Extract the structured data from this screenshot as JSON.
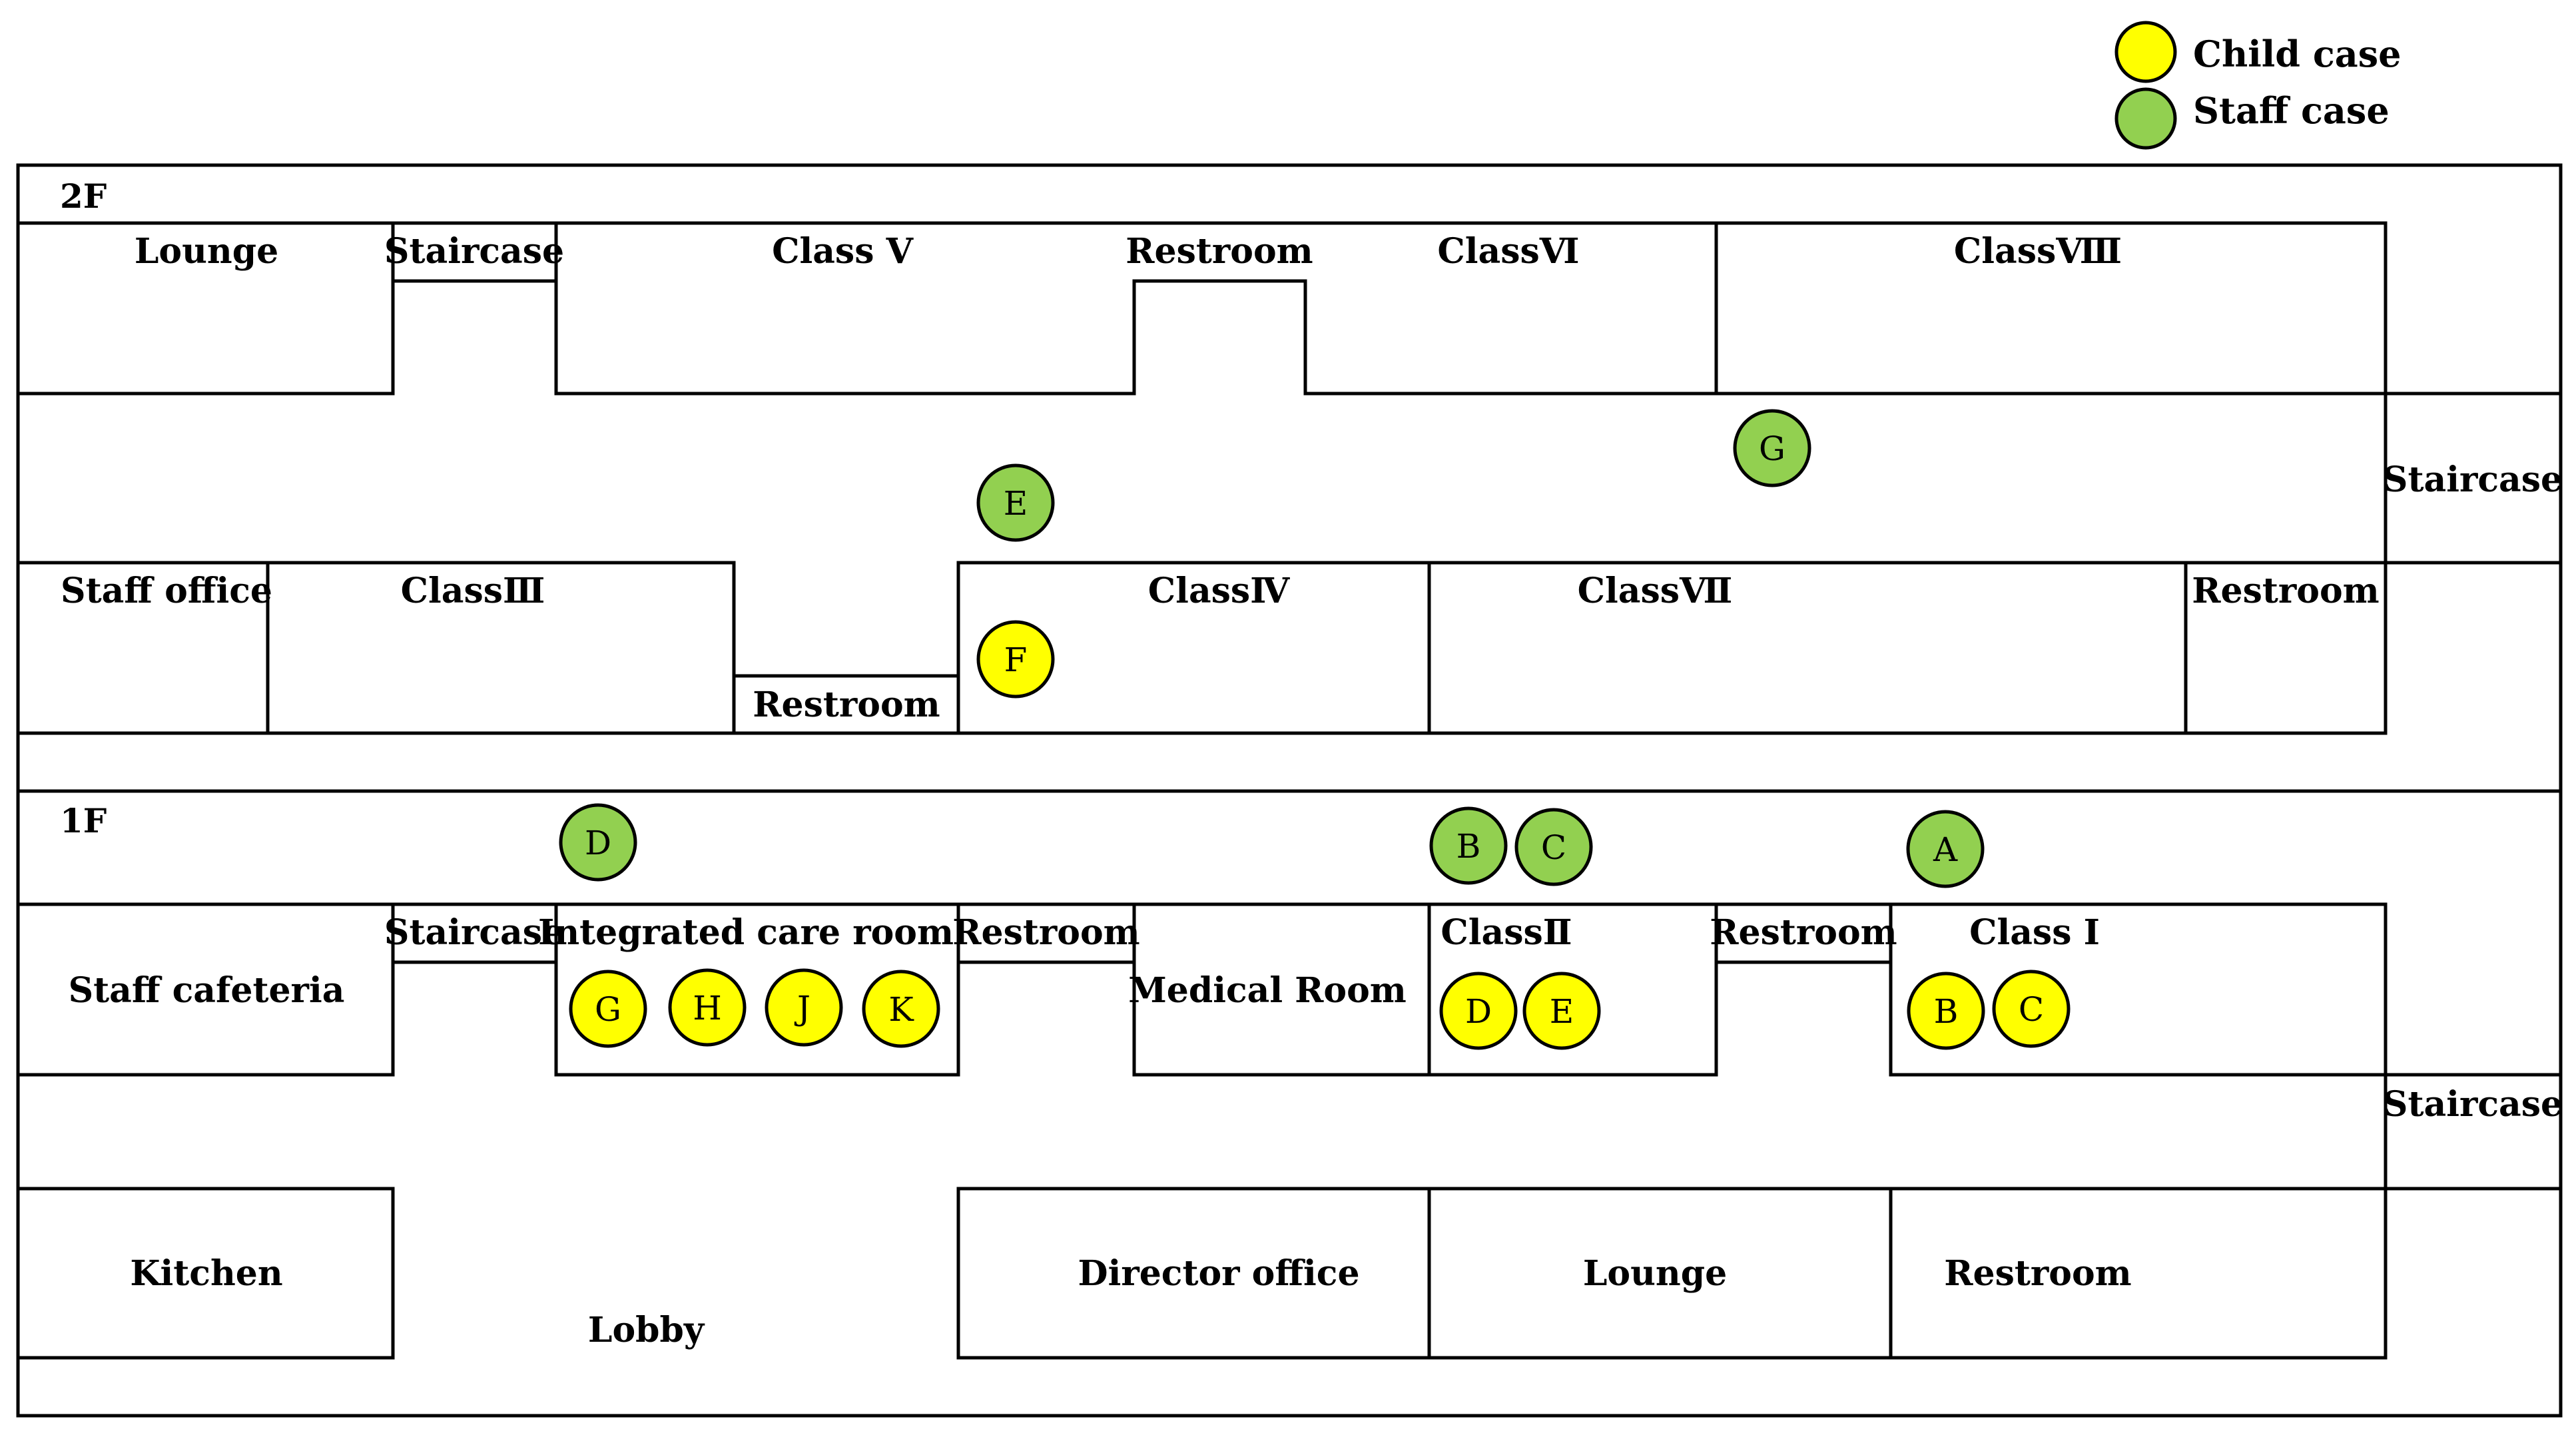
{
  "colors": {
    "child_case": "#ffff00",
    "staff_case": "#92d050",
    "line": "#000000"
  },
  "legend": {
    "child_label": "Child case",
    "staff_label": "Staff case"
  },
  "floor2": {
    "title": "2F",
    "lounge": "Lounge",
    "staircase_top": "Staircase",
    "class5": "Class Ⅴ",
    "restroom_top": "Restroom",
    "class6": "ClassⅥ",
    "class8": "ClassⅧ",
    "staircase_right": "Staircase",
    "staff_office": "Staff office",
    "class3": "ClassⅢ",
    "restroom_mid": "Restroom",
    "class4": "ClassⅣ",
    "class7": "ClassⅦ",
    "restroom_right": "Restroom"
  },
  "floor1": {
    "title": "1F",
    "staff_cafeteria": "Staff cafeteria",
    "staircase_left": "Staircase",
    "integrated_care": "Integrated care room",
    "restroom_a": "Restroom",
    "medical_room": "Medical Room",
    "class2": "ClassⅡ",
    "restroom_b": "Restroom",
    "class1": "Class Ⅰ",
    "staircase_right": "Staircase",
    "kitchen": "Kitchen",
    "lobby": "Lobby",
    "director_office": "Director office",
    "lounge": "Lounge",
    "restroom_c": "Restroom"
  },
  "cases": {
    "staff": [
      "E",
      "G",
      "D",
      "B",
      "C",
      "A"
    ],
    "child": [
      "F",
      "G",
      "H",
      "J",
      "K",
      "D",
      "E",
      "B",
      "C"
    ]
  }
}
